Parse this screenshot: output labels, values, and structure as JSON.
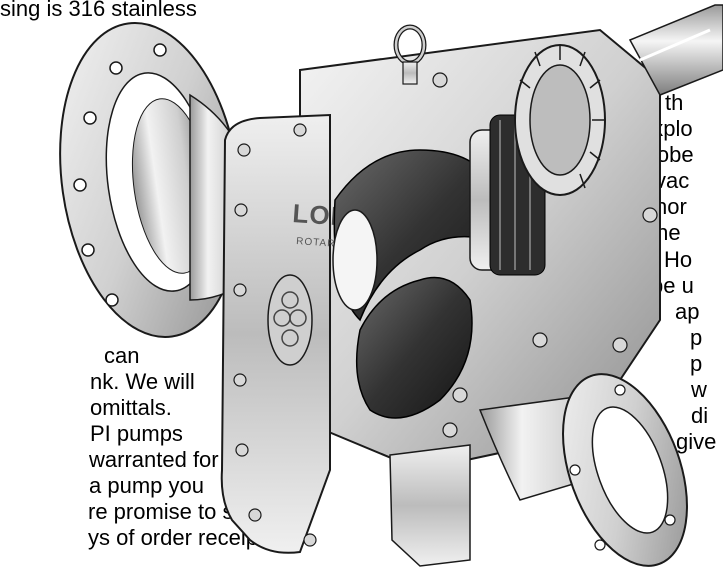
{
  "left_text": {
    "lines": [
      "sing is 316 stainless",
      "can",
      "nk. We will",
      "omittals.",
      "PI pumps",
      "warranted for",
      "a pump you",
      "re promise to ship",
      "ys of order receipt"
    ]
  },
  "right_text": {
    "lines": [
      "th",
      "explo",
      "lobe",
      "vac",
      "nor",
      "the",
      "Ho",
      "be u",
      "ap",
      "p",
      "p",
      "w",
      "di",
      "give"
    ]
  },
  "illustration": {
    "subject": "lobe-pump-cutaway",
    "logo_text": "LOBE",
    "logo_subtext": "ROTARY P",
    "colors": {
      "metal_light": "#e6e6e6",
      "metal_mid": "#bdbdbd",
      "metal_dark": "#7a7a7a",
      "rubber": "#2b2b2b",
      "outline": "#1a1a1a"
    }
  }
}
